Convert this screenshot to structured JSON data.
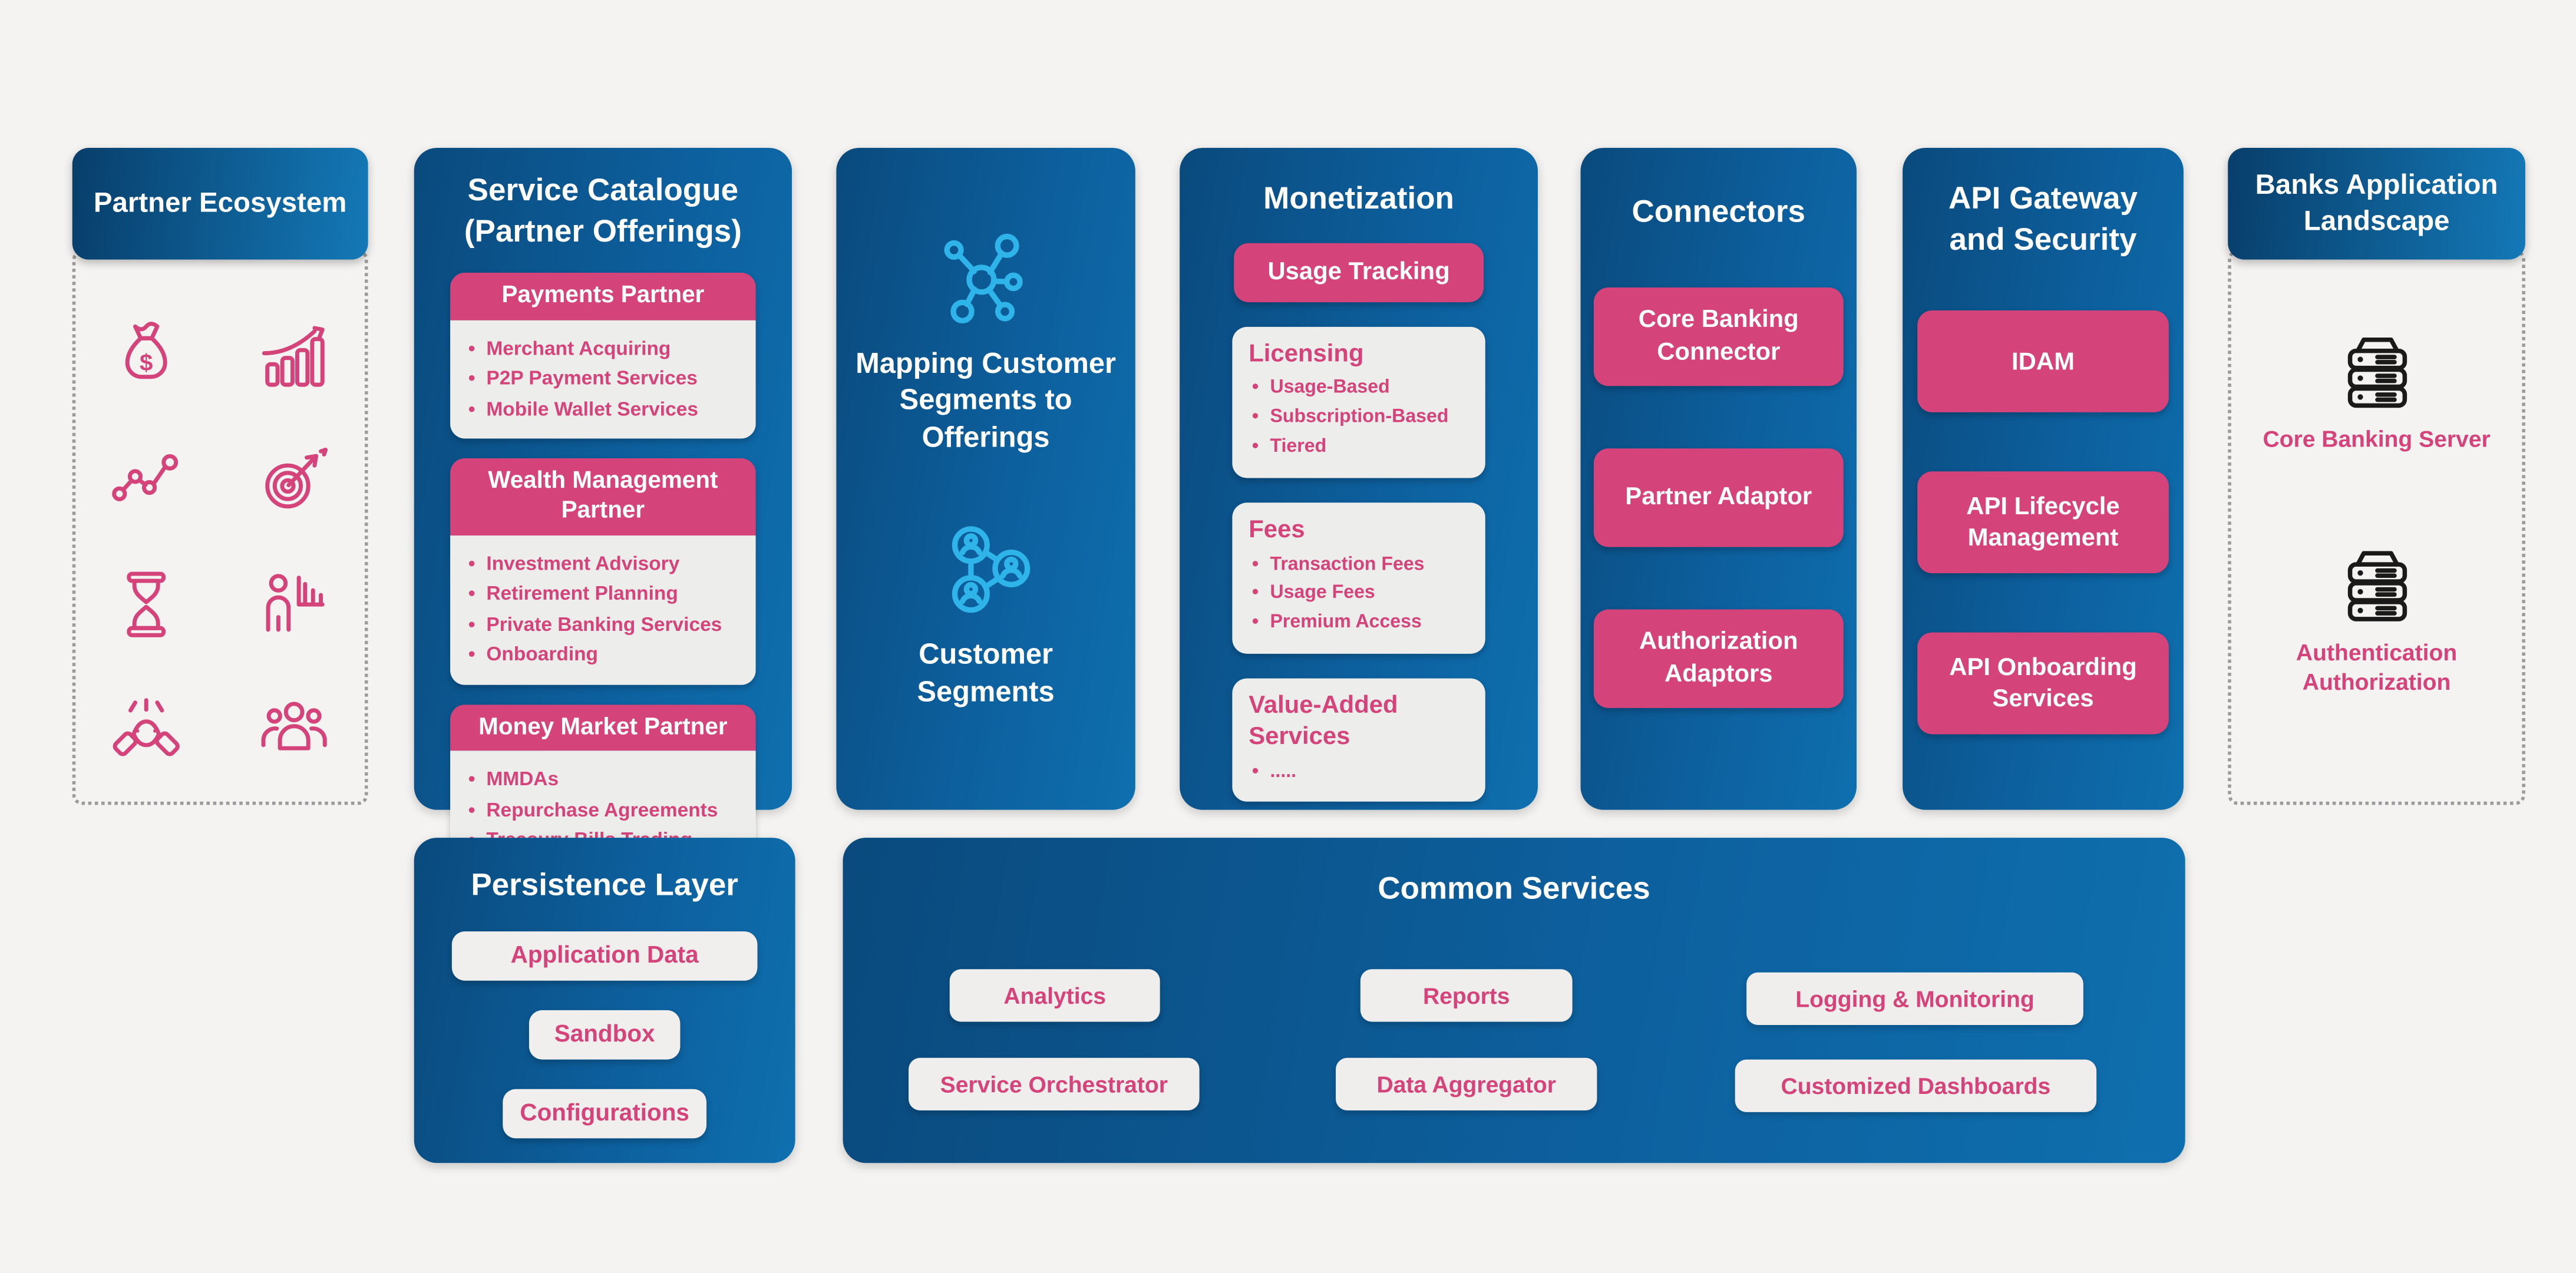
{
  "colors": {
    "accent_pink": "#d5437b",
    "panel_blue_dark": "#0a4a7d",
    "panel_blue_light": "#0f6fae",
    "cyan_icon": "#2eb4e9",
    "card_bg": "#ededeb",
    "page_bg": "#f4f3f1"
  },
  "partner_ecosystem": {
    "title": "Partner Ecosystem",
    "icons": [
      "money-bag",
      "growth-chart",
      "line-chart",
      "target-arrow",
      "hourglass",
      "presenter-chart",
      "handshake",
      "team"
    ]
  },
  "service_catalogue": {
    "title": "Service Catalogue (Partner Offerings)",
    "cards": [
      {
        "title": "Payments Partner",
        "items": [
          "Merchant Acquiring",
          "P2P Payment Services",
          "Mobile Wallet Services"
        ]
      },
      {
        "title": "Wealth Management Partner",
        "items": [
          "Investment Advisory",
          "Retirement Planning",
          "Private Banking Services",
          "Onboarding"
        ]
      },
      {
        "title": "Money Market Partner",
        "items": [
          "MMDAs",
          "Repurchase Agreements",
          "Treasury Bills Trading"
        ]
      }
    ]
  },
  "mapping": {
    "top_label": "Mapping Customer Segments to Offerings",
    "bottom_label": "Customer Segments"
  },
  "monetization": {
    "title": "Monetization",
    "usage_tracking": "Usage Tracking",
    "cards": [
      {
        "title": "Licensing",
        "items": [
          "Usage-Based",
          "Subscription-Based",
          "Tiered"
        ]
      },
      {
        "title": "Fees",
        "items": [
          "Transaction Fees",
          "Usage Fees",
          "Premium Access"
        ]
      },
      {
        "title": "Value-Added Services",
        "items": [
          "....."
        ]
      }
    ]
  },
  "connectors": {
    "title": "Connectors",
    "buttons": [
      "Core Banking Connector",
      "Partner Adaptor",
      "Authorization Adaptors"
    ]
  },
  "api_gateway": {
    "title": "API Gateway and Security",
    "buttons": [
      "IDAM",
      "API Lifecycle Management",
      "API Onboarding Services"
    ]
  },
  "banks_landscape": {
    "title": "Banks Application Landscape",
    "servers": [
      "Core Banking Server",
      "Authentication Authorization"
    ]
  },
  "persistence": {
    "title": "Persistence Layer",
    "buttons": [
      "Application Data",
      "Sandbox",
      "Configurations"
    ]
  },
  "common_services": {
    "title": "Common Services",
    "buttons": [
      "Analytics",
      "Reports",
      "Logging & Monitoring",
      "Service Orchestrator",
      "Data Aggregator",
      "Customized Dashboards"
    ]
  }
}
